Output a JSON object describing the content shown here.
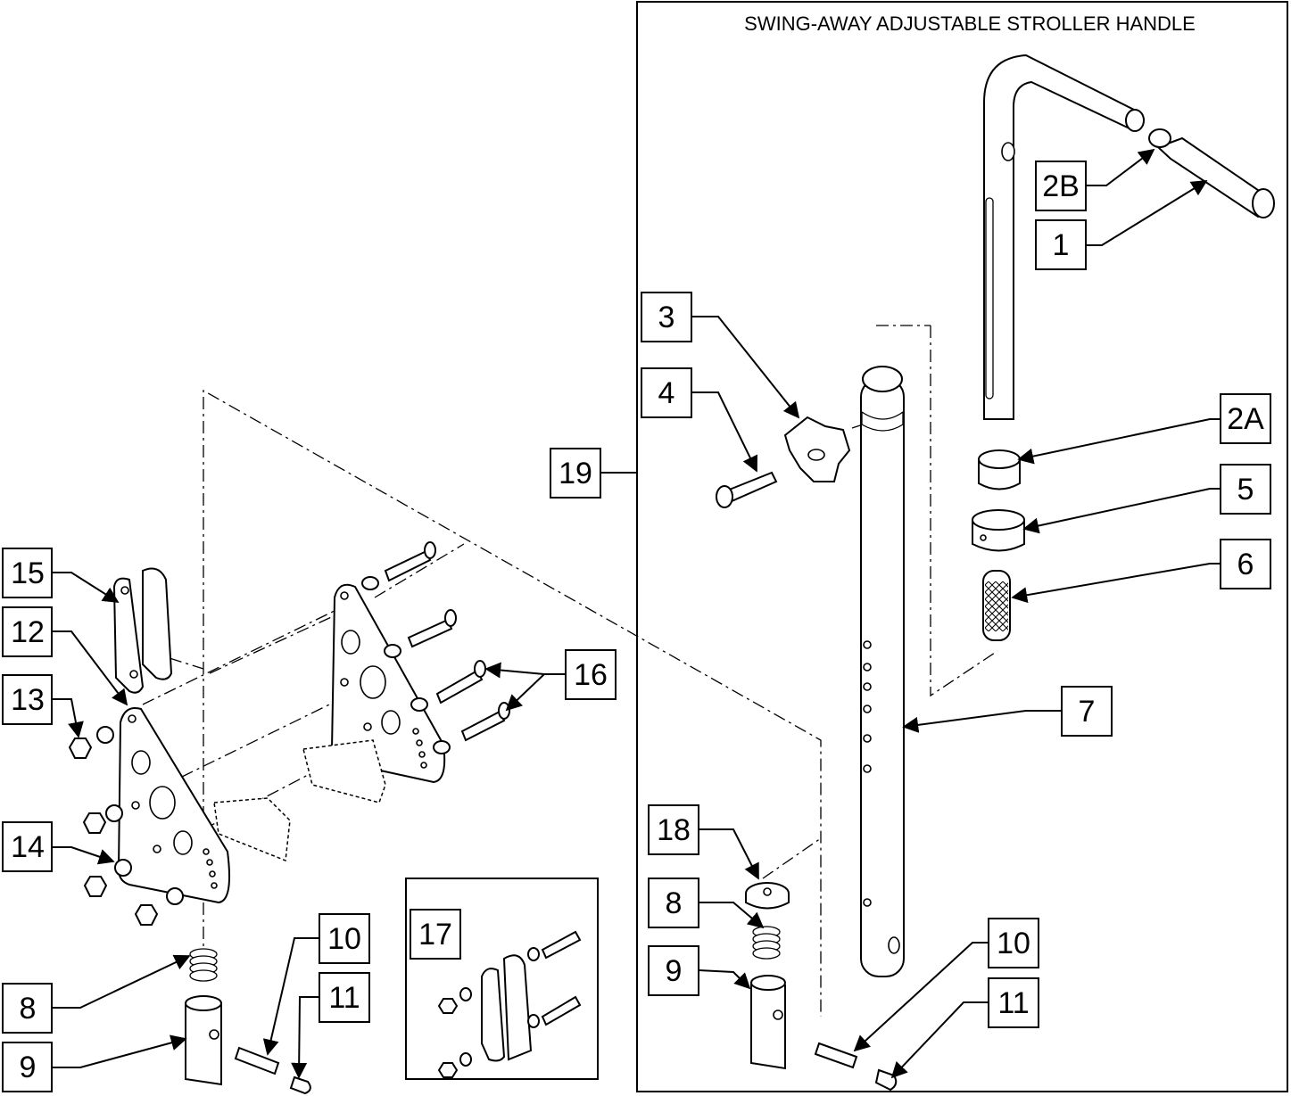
{
  "title": "SWING-AWAY ADJUSTABLE STROLLER HANDLE",
  "callouts": {
    "c1": "1",
    "c2a": "2A",
    "c2b": "2B",
    "c3": "3",
    "c4": "4",
    "c5": "5",
    "c6": "6",
    "c7": "7",
    "c8_left": "8",
    "c8_right": "8",
    "c9_left": "9",
    "c9_right": "9",
    "c10_left": "10",
    "c10_right": "10",
    "c11_left": "11",
    "c11_right": "11",
    "c12": "12",
    "c13": "13",
    "c14": "14",
    "c15": "15",
    "c16": "16",
    "c17": "17",
    "c18": "18",
    "c19": "19"
  }
}
